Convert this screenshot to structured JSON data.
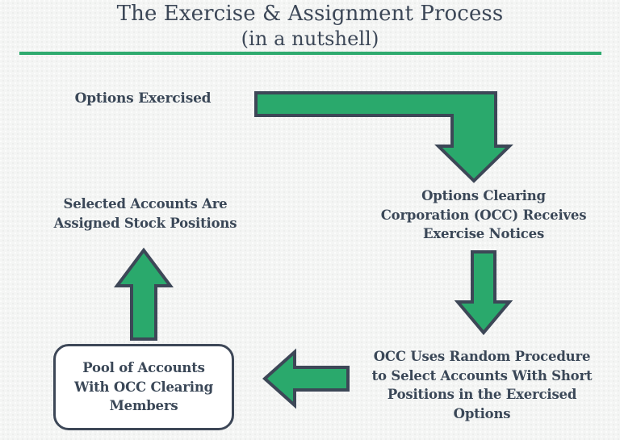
{
  "page": {
    "title_line1": "The Exercise & Assignment Process",
    "title_line2": "(in a nutshell)",
    "background_color": "#f4f5f4",
    "accent_green": "#2aa96c",
    "ink_navy": "#3a4757",
    "rule_color": "#2eaa6e"
  },
  "nodes": {
    "options_exercised": "Options Exercised",
    "occ_receives": "Options Clearing\nCorporation (OCC) Receives\nExercise Notices",
    "occ_random_procedure": "OCC Uses Random Procedure\nto Select Accounts With Short\nPositions in the Exercised\nOptions",
    "pool_of_accounts": "Pool of Accounts\nWith OCC Clearing\nMembers",
    "selected_accounts": "Selected Accounts Are\nAssigned Stock Positions"
  },
  "connectors": {
    "elbow_top": "arrow-elbow-right-then-down",
    "down_right": "arrow-down",
    "left_bottom": "arrow-left",
    "up_left": "arrow-up"
  },
  "flow_order": [
    "Options Exercised",
    "Options Clearing Corporation (OCC) Receives Exercise Notices",
    "OCC Uses Random Procedure to Select Accounts With Short Positions in the Exercised Options",
    "Pool of Accounts With OCC Clearing Members",
    "Selected Accounts Are Assigned Stock Positions"
  ]
}
